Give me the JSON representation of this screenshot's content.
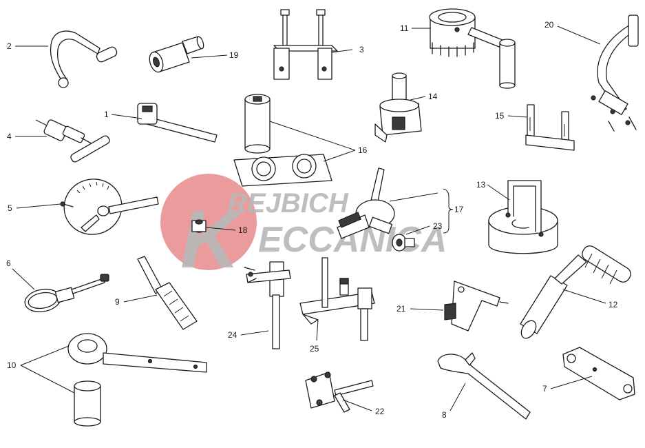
{
  "watermark": {
    "line1": "REJBICH",
    "line2": "ECCANICA",
    "emblem_letter": "K",
    "emblem_color": "#e88a8a",
    "text_color": "#b8b8b8"
  },
  "tools": [
    {
      "id": "1",
      "label": "1",
      "name": "spanner-wrench-tool"
    },
    {
      "id": "2",
      "label": "2",
      "name": "crank-handle-tool"
    },
    {
      "id": "3",
      "label": "3",
      "name": "bracket-studs-tool"
    },
    {
      "id": "4",
      "label": "4",
      "name": "t-handle-puller-tool"
    },
    {
      "id": "5",
      "label": "5",
      "name": "degree-wheel-tool"
    },
    {
      "id": "6",
      "label": "6",
      "name": "strap-wrench-tool"
    },
    {
      "id": "7",
      "label": "7",
      "name": "locking-plate-tool"
    },
    {
      "id": "8",
      "label": "8",
      "name": "hook-spanner-tool"
    },
    {
      "id": "9",
      "label": "9",
      "name": "drift-punch-tool"
    },
    {
      "id": "10",
      "label": "10",
      "name": "ring-nut-wrench-set"
    },
    {
      "id": "11",
      "label": "11",
      "name": "clutch-holder-tool"
    },
    {
      "id": "12",
      "label": "12",
      "name": "ratchet-handle-tool"
    },
    {
      "id": "13",
      "label": "13",
      "name": "bell-puller-tool"
    },
    {
      "id": "14",
      "label": "14",
      "name": "flywheel-puller-tool"
    },
    {
      "id": "15",
      "label": "15",
      "name": "gauge-fork-tool"
    },
    {
      "id": "16",
      "label": "16",
      "name": "socket-and-plate-set"
    },
    {
      "id": "17",
      "label": "17",
      "name": "valve-spring-compressor"
    },
    {
      "id": "18",
      "label": "18",
      "name": "small-bushing-tool"
    },
    {
      "id": "19",
      "label": "19",
      "name": "pin-socket-tool"
    },
    {
      "id": "20",
      "label": "20",
      "name": "arc-support-tool"
    },
    {
      "id": "21",
      "label": "21",
      "name": "angled-bracket-tool"
    },
    {
      "id": "22",
      "label": "22",
      "name": "cam-pulley-holder"
    },
    {
      "id": "23",
      "label": "23",
      "name": "adapter-collet"
    },
    {
      "id": "24",
      "label": "24",
      "name": "dial-gauge-stand"
    },
    {
      "id": "25",
      "label": "25",
      "name": "gauge-bridge-tool"
    }
  ]
}
